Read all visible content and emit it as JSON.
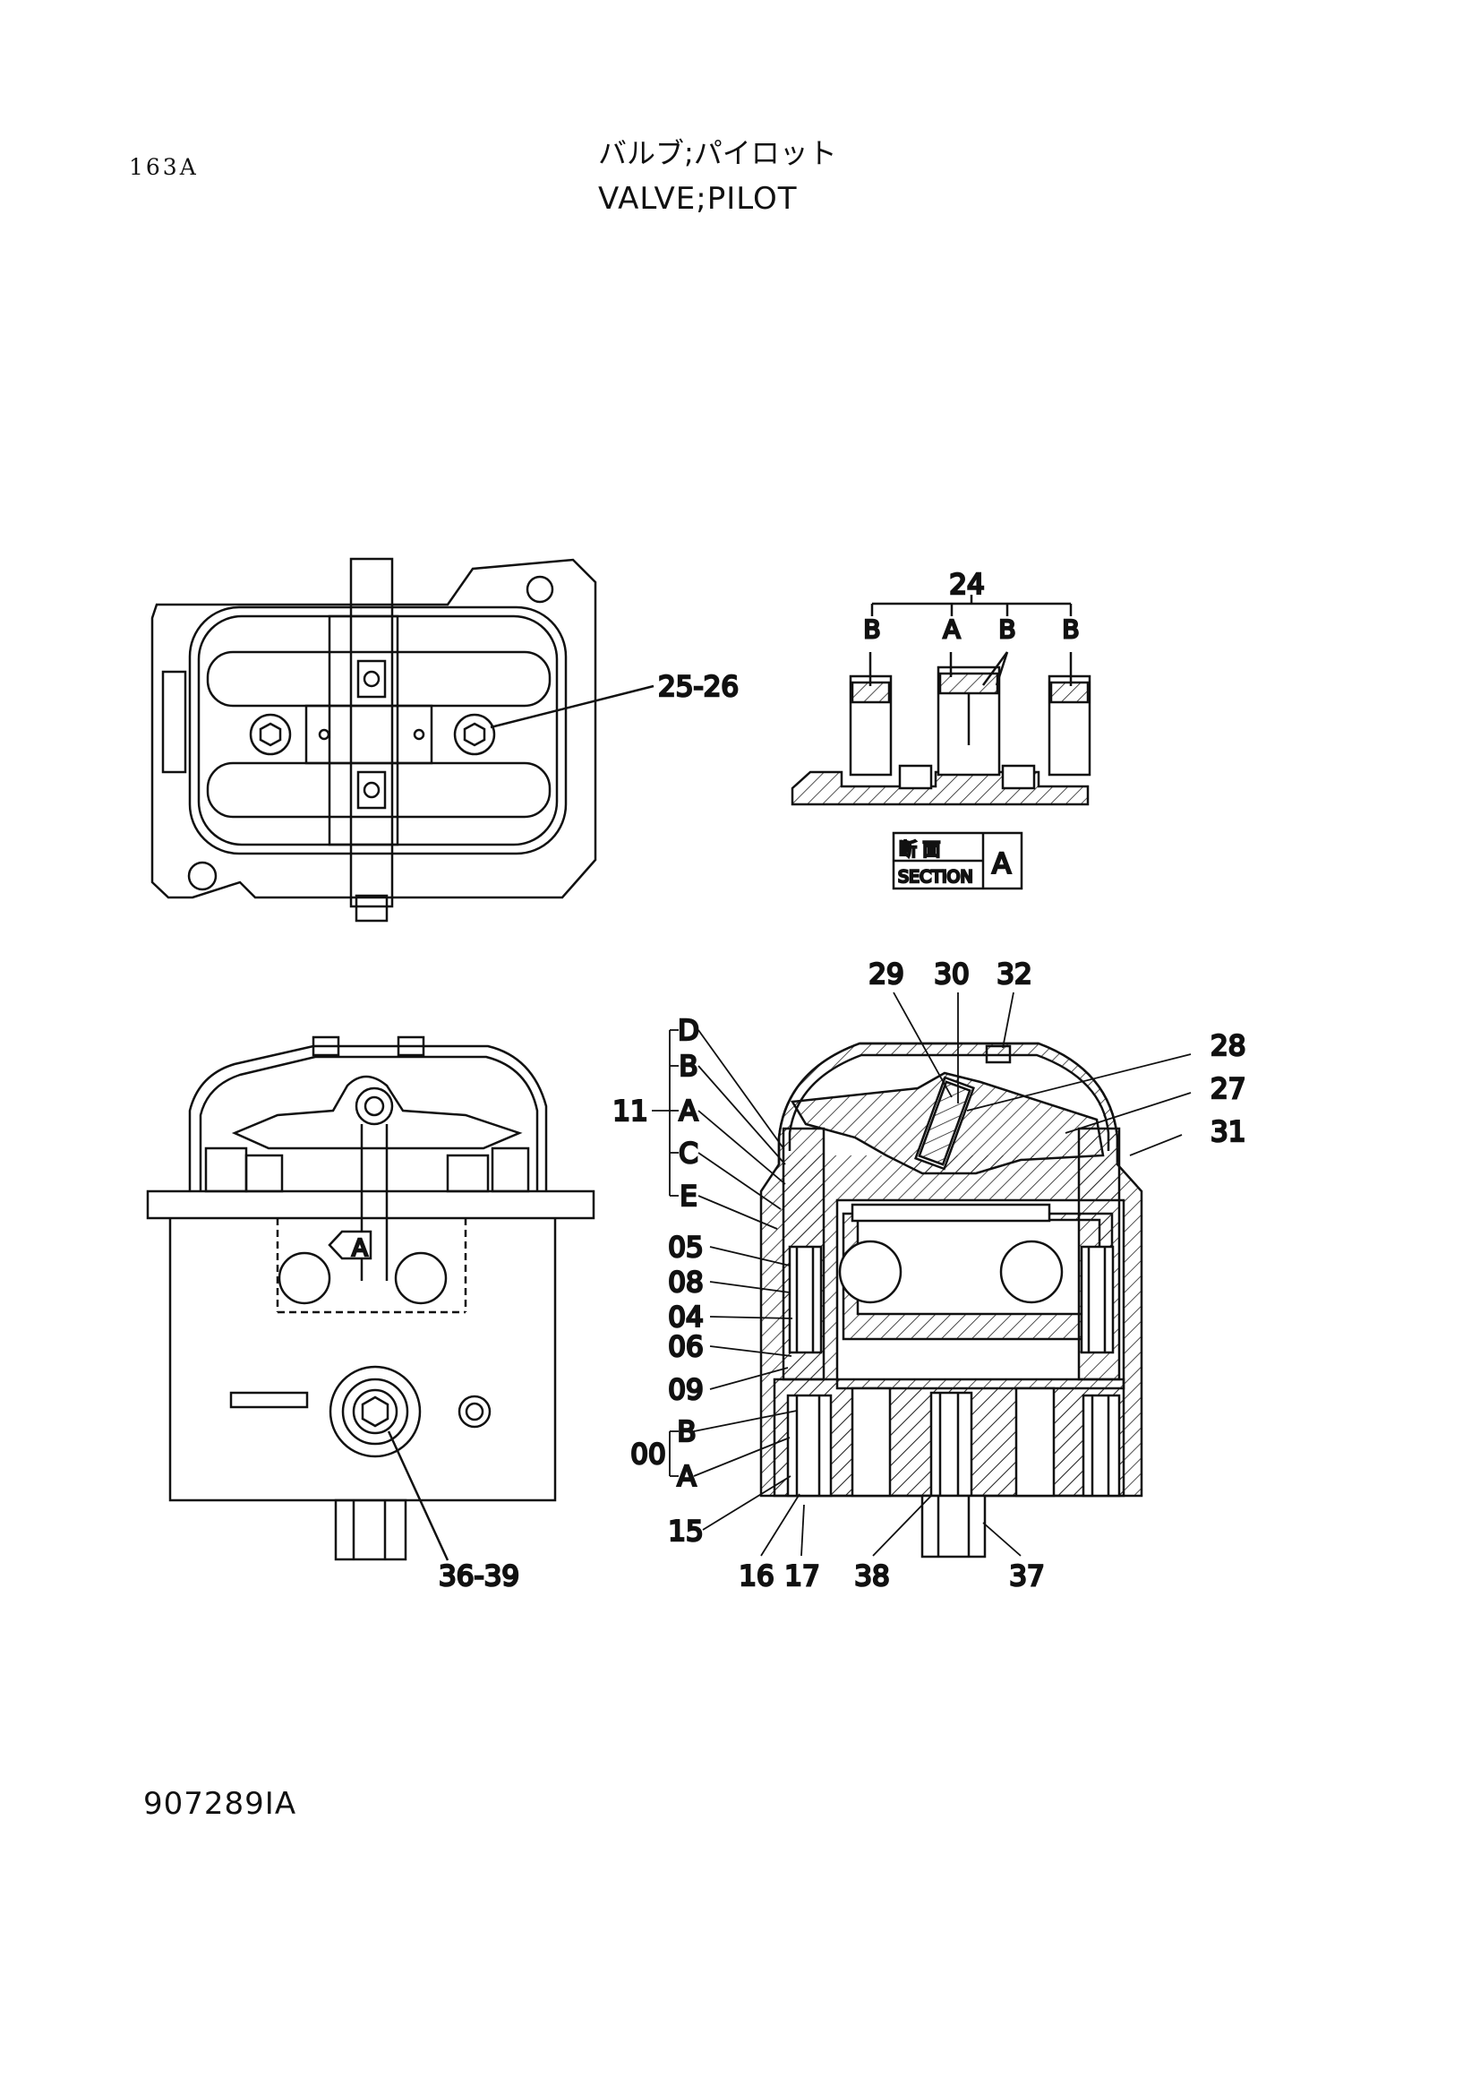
{
  "header": {
    "page_code": "163A",
    "title_jp": "バルブ;パイロット",
    "title_en": "VALVE;PILOT"
  },
  "footer": {
    "document_number": "907289IA"
  },
  "top_view": {
    "callouts": {
      "screws": "25-26"
    }
  },
  "section_view": {
    "callouts": {
      "seals": "24"
    },
    "seal_letters": [
      "B",
      "A",
      "B",
      "B"
    ],
    "section_label": {
      "kanji": "断 面",
      "english": "SECTION",
      "letter": "A"
    }
  },
  "front_view": {
    "section_marker": "A",
    "callouts": {
      "plug": "36-39"
    }
  },
  "cutaway_view": {
    "top_callouts": [
      "29",
      "30",
      "32"
    ],
    "right_callouts": [
      "28",
      "27",
      "31"
    ],
    "group_11": {
      "number": "11",
      "letters": [
        "D",
        "B",
        "A",
        "C",
        "E"
      ]
    },
    "left_callouts": [
      "05",
      "08",
      "04",
      "06",
      "09"
    ],
    "group_00": {
      "number": "00",
      "letters": [
        "B",
        "A"
      ]
    },
    "bottom_callouts": [
      "15",
      "16",
      "17",
      "38",
      "37"
    ]
  }
}
